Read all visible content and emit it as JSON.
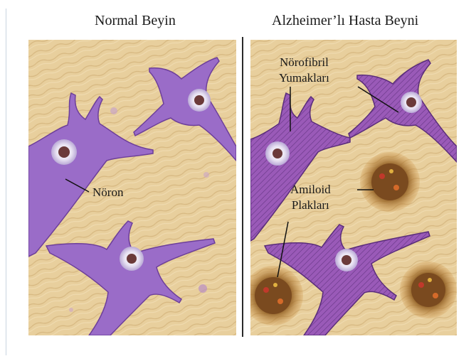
{
  "titles": {
    "normal": "Normal Beyin",
    "alzheimer": "Alzheimer’lı Hasta Beyni"
  },
  "labels": {
    "neuron": "Nöron",
    "neurofibril_line1": "Nörofibril",
    "neurofibril_line2": "Yumakları",
    "amyloid_line1": "Amiloid",
    "amyloid_line2": "Plakları"
  },
  "colors": {
    "tissue": "#e8cf9d",
    "neuron": "#9a6cc8",
    "neuron_dark": "#6d3f9a",
    "plaque": "#7a4a1f"
  }
}
